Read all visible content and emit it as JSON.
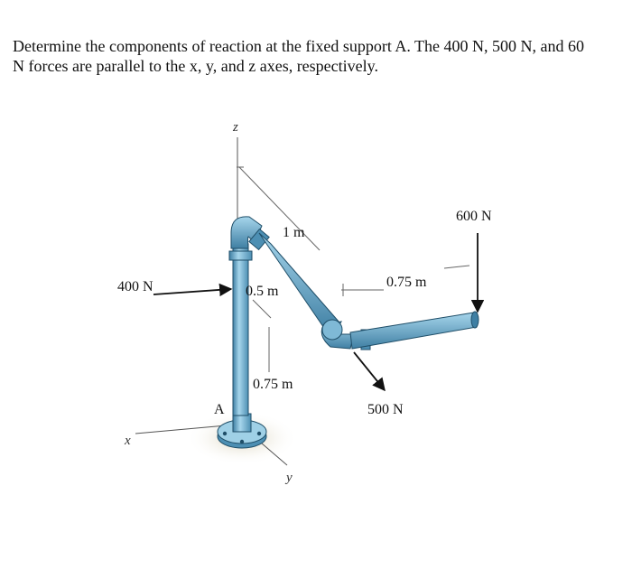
{
  "problem": {
    "line1": "Determine the components of reaction at the fixed support A. The 400 N, 500 N, and 60",
    "line2": "N forces are parallel to the x, y, and z axes, respectively."
  },
  "figure": {
    "axes": {
      "z": "z",
      "x": "x",
      "y": "y"
    },
    "support_label": "A",
    "forces": {
      "f400": "400 N",
      "f500": "500 N",
      "f600": "600 N"
    },
    "dimensions": {
      "d1": "1 m",
      "d05": "0.5 m",
      "d075_vertical": "0.75 m",
      "d075_horizontal": "0.75 m"
    },
    "colors": {
      "pipe": "#79b7d6",
      "pipe_dark": "#3f7fa3",
      "shadow": "#e5e0cc"
    }
  }
}
